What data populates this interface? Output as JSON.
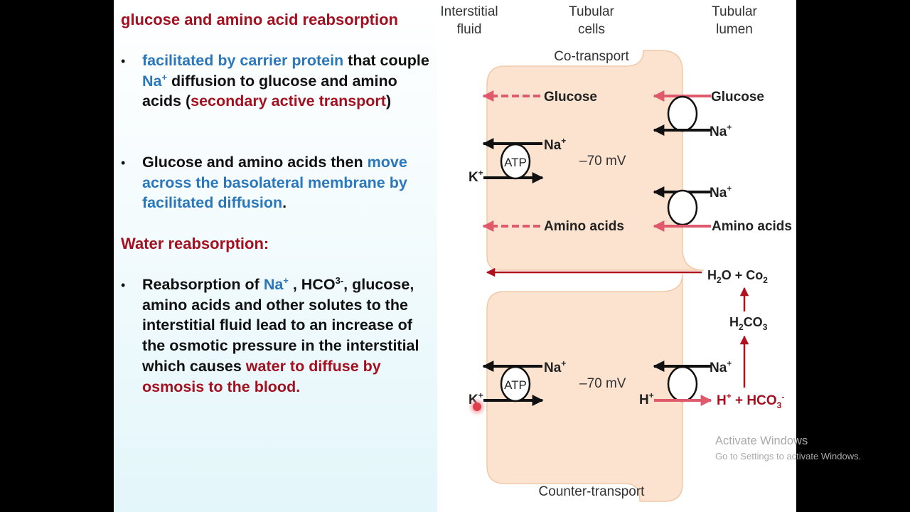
{
  "left_panel": {
    "heading1": "glucose and amino acid reabsorption",
    "bullet1": {
      "p1_blue": "facilitated by carrier protein",
      "p2": " that couple ",
      "p3_blue": "Na",
      "p3_sup": "+",
      "p4": " diffusion to glucose and amino acids (",
      "p5_red": "secondary active transport",
      "p6": ")"
    },
    "bullet2": {
      "p1": "Glucose and amino acids then ",
      "p2_blue": "move across the basolateral membrane by facilitated diffusion",
      "p3": "."
    },
    "heading2": "Water reabsorption:",
    "bullet3": {
      "p1": "Reabsorption of ",
      "p2_blue": "Na",
      "p2_sup": "+",
      "p3": " , HCO",
      "p3_sup": "3-",
      "p4": ", glucose, amino acids and other solutes to the interstitial fluid lead to an increase of the osmotic pressure in the interstitial which causes ",
      "p5_red": "water to diffuse by osmosis to the blood."
    },
    "bullet_glyph": "•"
  },
  "diagram": {
    "col_interstitial": [
      "Interstitial",
      "fluid"
    ],
    "col_tubular_cells": [
      "Tubular",
      "cells"
    ],
    "col_tubular_lumen": [
      "Tubular",
      "lumen"
    ],
    "cotransport_label": "Co-transport",
    "countertransport_label": "Counter-transport",
    "glucose": "Glucose",
    "amino_acids": "Amino acids",
    "na": "Na",
    "k": "K",
    "h": "H",
    "plus": "+",
    "atp": "ATP",
    "voltage": "–70 mV",
    "h2o_co2": {
      "a": "H",
      "b": "2",
      "c": "O + Co",
      "d": "2"
    },
    "h2co3": {
      "a": "H",
      "b": "2",
      "c": "CO",
      "d": "3"
    },
    "h_hco3": {
      "a": "H",
      "b": "+",
      "c": " + HCO",
      "d": "3",
      "e": "-"
    }
  },
  "watermark": {
    "title": "Activate Windows",
    "subtitle": "Go to Settings to activate Windows."
  },
  "colors": {
    "red_text": "#a3101f",
    "blue_text": "#2a77bb",
    "pink_arrow": "#e05a6e",
    "dark_red_arrow": "#b0111c",
    "cell_fill": "#fbe3cf",
    "cell_stroke": "#f1c9a8"
  }
}
